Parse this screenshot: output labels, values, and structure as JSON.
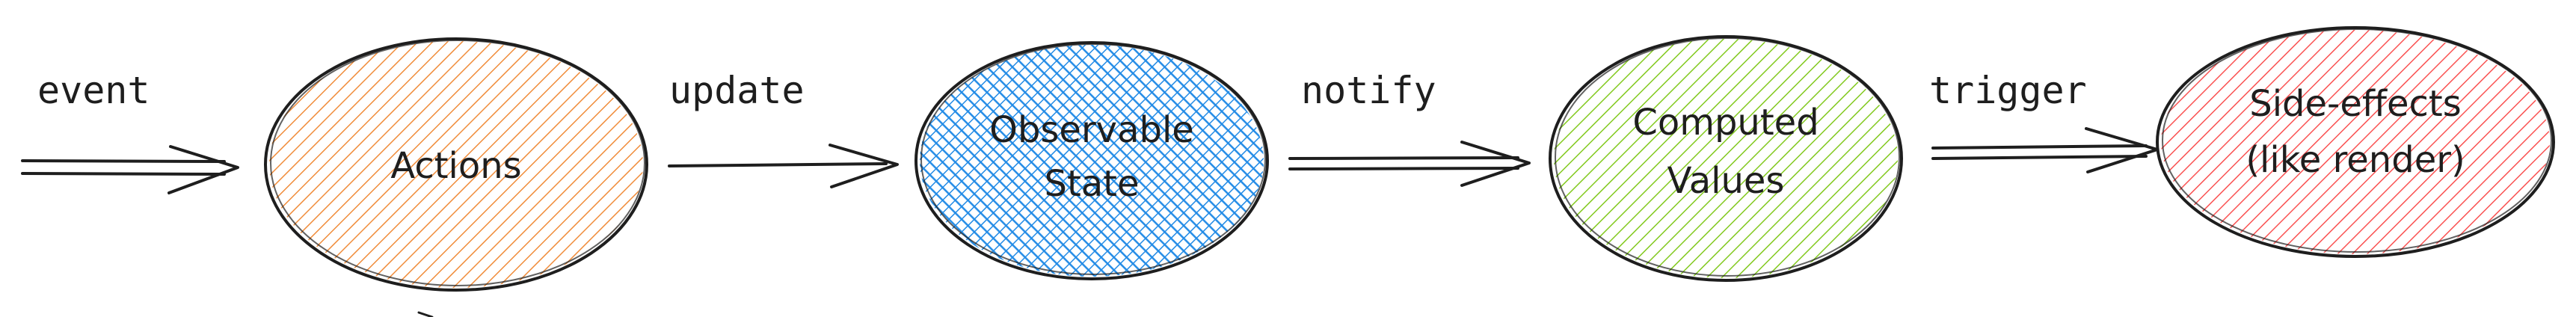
{
  "edges": [
    {
      "id": "event",
      "label": "event"
    },
    {
      "id": "update",
      "label": "update"
    },
    {
      "id": "notify",
      "label": "notify"
    },
    {
      "id": "trigger",
      "label": "trigger"
    }
  ],
  "nodes": [
    {
      "id": "actions",
      "lines": [
        "Actions"
      ],
      "color": "#f08c3a"
    },
    {
      "id": "observable-state",
      "lines": [
        "Observable",
        "State"
      ],
      "color": "#228be6"
    },
    {
      "id": "computed-values",
      "lines": [
        "Computed",
        "Values"
      ],
      "color": "#82c91e"
    },
    {
      "id": "side-effects",
      "lines": [
        "Side-effects",
        "(like render)"
      ],
      "color": "#fa5252"
    }
  ]
}
